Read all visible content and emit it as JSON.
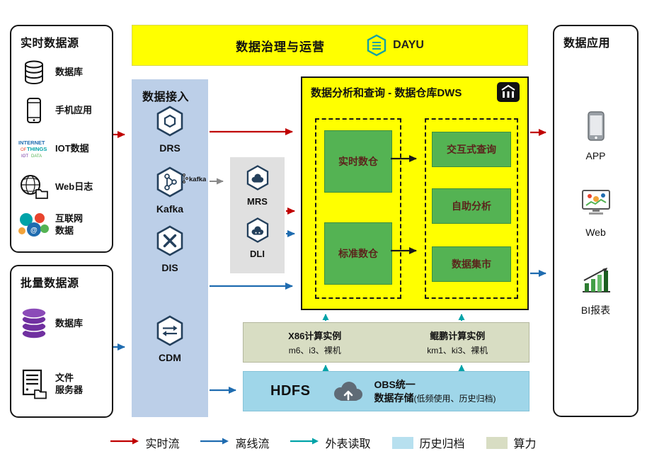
{
  "banner": {
    "title": "数据治理与运营",
    "logo_text": "DAYU"
  },
  "realtime_sources": {
    "title": "实时数据源",
    "items": [
      {
        "label": "数据库",
        "icon": "database-icon"
      },
      {
        "label": "手机应用",
        "icon": "smartphone-icon"
      },
      {
        "label": "IOT数据",
        "icon": "iot-wordcloud-icon"
      },
      {
        "label": "Web日志",
        "icon": "globe-folder-icon"
      },
      {
        "label": "互联网\n数据",
        "icon": "internet-bubbles-icon"
      }
    ]
  },
  "batch_sources": {
    "title": "批量数据源",
    "items": [
      {
        "label": "数据库",
        "icon": "database-purple-icon"
      },
      {
        "label": "文件\n服务器",
        "icon": "file-server-icon"
      }
    ]
  },
  "ingestion": {
    "title": "数据接入",
    "services": [
      {
        "name": "DRS"
      },
      {
        "name": "Kafka"
      },
      {
        "name": "DIS"
      },
      {
        "name": "CDM"
      }
    ],
    "kafka_wordmark": "kafka"
  },
  "analytics": {
    "services": [
      {
        "name": "MRS"
      },
      {
        "name": "DLI"
      }
    ]
  },
  "dws": {
    "title": "数据分析和查询 - 数据仓库DWS",
    "warehouses": [
      "实时数仓",
      "标准数仓"
    ],
    "functions": [
      "交互式查询",
      "自助分析",
      "数据集市"
    ]
  },
  "compute": {
    "x86": {
      "title": "X86计算实例",
      "models": "m6、i3、裸机"
    },
    "kunpeng": {
      "title": "鲲鹏计算实例",
      "models": "km1、ki3、裸机"
    }
  },
  "storage": {
    "hdfs_label": "HDFS",
    "obs_line1": "OBS统一",
    "obs_line2": "数据存储",
    "obs_note": "(低频使用、历史归档)"
  },
  "applications": {
    "title": "数据应用",
    "items": [
      {
        "label": "APP",
        "icon": "mobile-app-icon"
      },
      {
        "label": "Web",
        "icon": "web-monitor-icon"
      },
      {
        "label": "BI报表",
        "icon": "bi-chart-icon"
      }
    ]
  },
  "legend": [
    {
      "label": "实时流",
      "kind": "arrow",
      "color": "#c00000"
    },
    {
      "label": "离线流",
      "kind": "arrow",
      "color": "#1f6cb0"
    },
    {
      "label": "外表读取",
      "kind": "arrow",
      "color": "#00a3a8"
    },
    {
      "label": "历史归档",
      "kind": "swatch",
      "color": "#b7e0ef"
    },
    {
      "label": "算力",
      "kind": "swatch",
      "color": "#d8ddc3"
    }
  ],
  "colors": {
    "highlight_yellow": "#ffff00",
    "ingestion_blue": "#bccfe8",
    "warehouse_green": "#54b353",
    "compute_sage": "#d8ddc3",
    "storage_cyan": "#9fd6e9",
    "analytics_gray": "#e0e0e0"
  }
}
